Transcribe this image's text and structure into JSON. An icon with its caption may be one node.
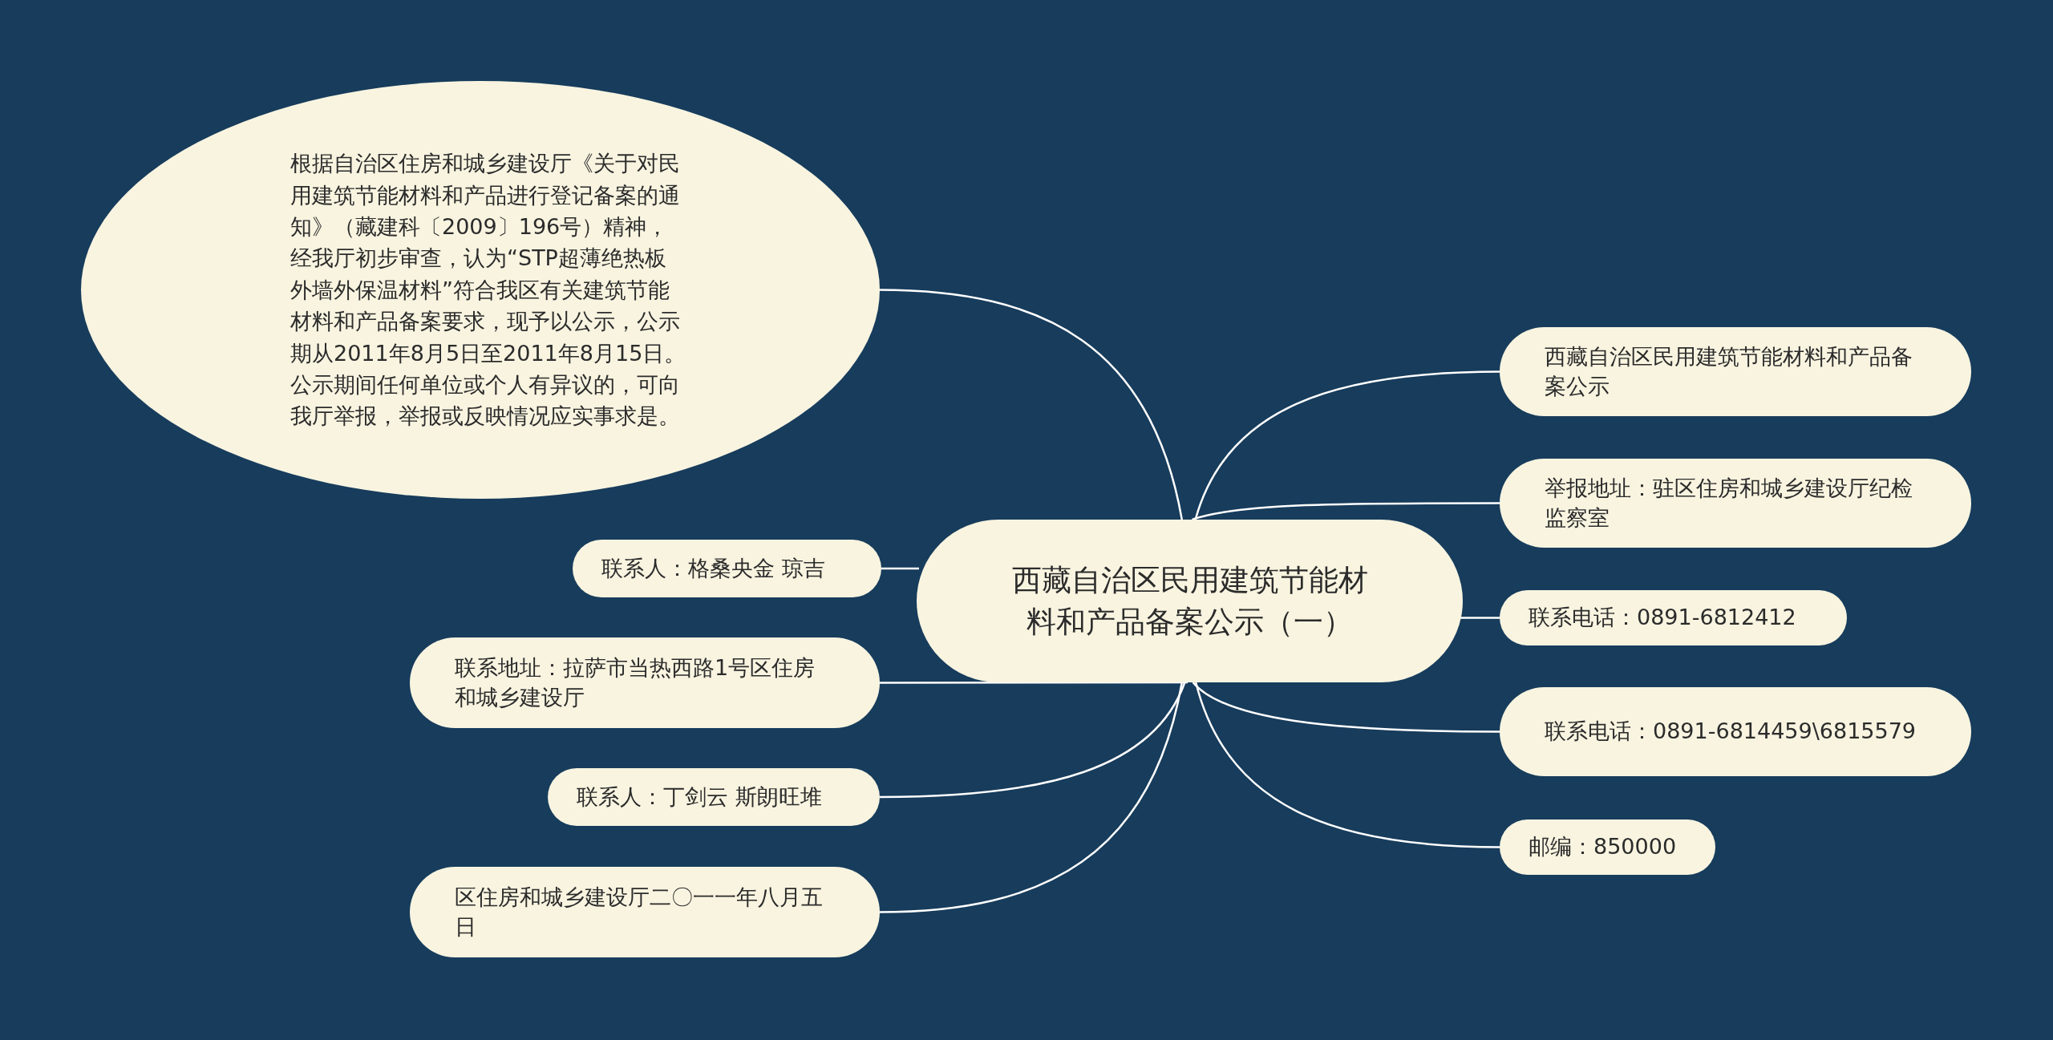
{
  "diagram": {
    "nodes": [
      {
        "text": [
          "西藏自治区民用建筑节能材料和产品备案公示（一）"
        ]
      },
      {
        "text": [
          "根据自治区住房和城乡建设厅《关于对民用建筑节能材料和产品进行登记备案的通知》（藏建科〔2009〕196号）精神，经我厅初步审查，认为“STP超薄绝热板外墙外保温材料”符合我区有关建筑节能材料和产品备案要求，现予以公示，公示期从2011年8月5日至2011年8月15日。公示期间任何单位或个人有异议的，可向我厅举报，举报或反映情况应实事求是。"
        ]
      },
      {
        "text": [
          "联系人：格桑央金 琼吉"
        ]
      },
      {
        "text": [
          "联系地址：拉萨市当热西路1号区住房和城乡建设厅"
        ]
      },
      {
        "text": [
          "联系人：丁剑云 斯朗旺堆"
        ]
      },
      {
        "text": [
          "区住房和城乡建设厅二〇一一年八月五日"
        ]
      },
      {
        "text": [
          "西藏自治区民用建筑节能材料和产品备案公示"
        ]
      },
      {
        "text": [
          "举报地址：驻区住房和城乡建设厅纪检监察室"
        ]
      },
      {
        "text": [
          "联系电话：0891-6812412"
        ]
      },
      {
        "text": [
          "联系电话：0891-6814459\\6815579"
        ]
      },
      {
        "text": [
          "邮编：850000"
        ]
      }
    ],
    "edges": [
      {
        "from": 0,
        "to": 1,
        "arrow": "none"
      },
      {
        "from": 0,
        "to": 2,
        "arrow": "none"
      },
      {
        "from": 0,
        "to": 3,
        "arrow": "none"
      },
      {
        "from": 0,
        "to": 4,
        "arrow": "none"
      },
      {
        "from": 0,
        "to": 5,
        "arrow": "none"
      },
      {
        "from": 0,
        "to": 6,
        "arrow": "none"
      },
      {
        "from": 0,
        "to": 7,
        "arrow": "none"
      },
      {
        "from": 0,
        "to": 8,
        "arrow": "none"
      },
      {
        "from": 0,
        "to": 9,
        "arrow": "none"
      },
      {
        "from": 0,
        "to": 10,
        "arrow": "none"
      }
    ]
  }
}
